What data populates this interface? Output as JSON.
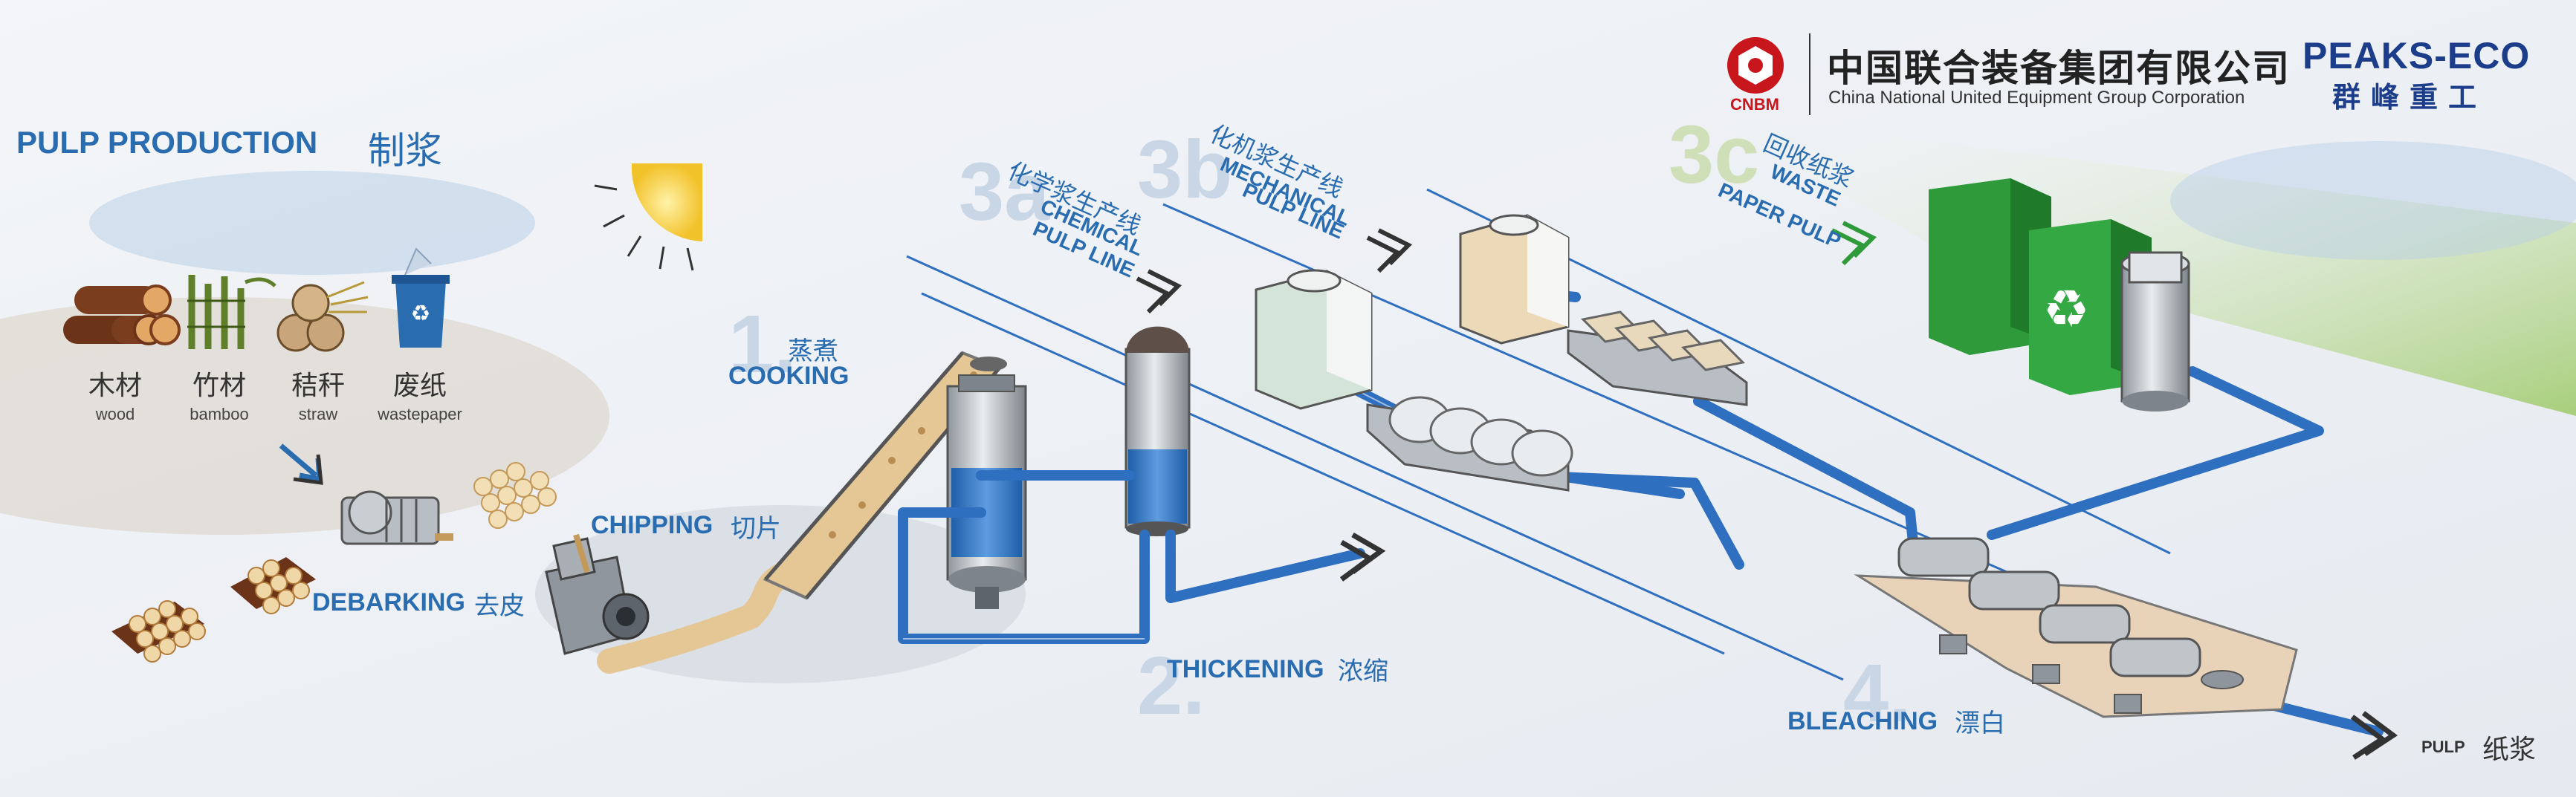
{
  "title": {
    "en": "PULP PRODUCTION",
    "cn": "制浆"
  },
  "brand": {
    "cnbm": "CNBM",
    "company_cn": "中国联合装备集团有限公司",
    "company_en": "China National United Equipment Group Corporation",
    "peaks": "PEAKS-ECO",
    "peaks_cn": "群峰重工",
    "cnbm_color": "#c8161d",
    "peaks_color": "#1b3d8a"
  },
  "materials": [
    {
      "cn": "木材",
      "en": "wood"
    },
    {
      "cn": "竹材",
      "en": "bamboo"
    },
    {
      "cn": "秸秆",
      "en": "straw"
    },
    {
      "cn": "废纸",
      "en": "wastepaper"
    }
  ],
  "steps": {
    "debarking": {
      "en": "DEBARKING",
      "cn": "去皮"
    },
    "chipping": {
      "en": "CHIPPING",
      "cn": "切片"
    },
    "cooking": {
      "num": "1.",
      "en": "COOKING",
      "cn": "蒸煮"
    },
    "thickening": {
      "num": "2.",
      "en": "THICKENING",
      "cn": "浓缩"
    },
    "bleaching": {
      "num": "4.",
      "en": "BLEACHING",
      "cn": "漂白"
    }
  },
  "lines": {
    "a": {
      "num": "3a",
      "cn": "化学浆生产线",
      "en1": "CHEMICAL",
      "en2": "PULP LINE"
    },
    "b": {
      "num": "3b",
      "cn": "化机浆生产线",
      "en1": "MECHANICAL",
      "en2": "PULP LINE"
    },
    "c": {
      "num": "3c",
      "cn": "回收纸浆",
      "en1": "WASTE",
      "en2": "PAPER PULP"
    }
  },
  "output": {
    "en": "PULP",
    "cn": "纸浆"
  },
  "colors": {
    "accent": "#2a6cb0",
    "pipe": "#2f6fc0",
    "recycle_green": "#2e9a3a",
    "number_fade": "#c9d6e6"
  }
}
